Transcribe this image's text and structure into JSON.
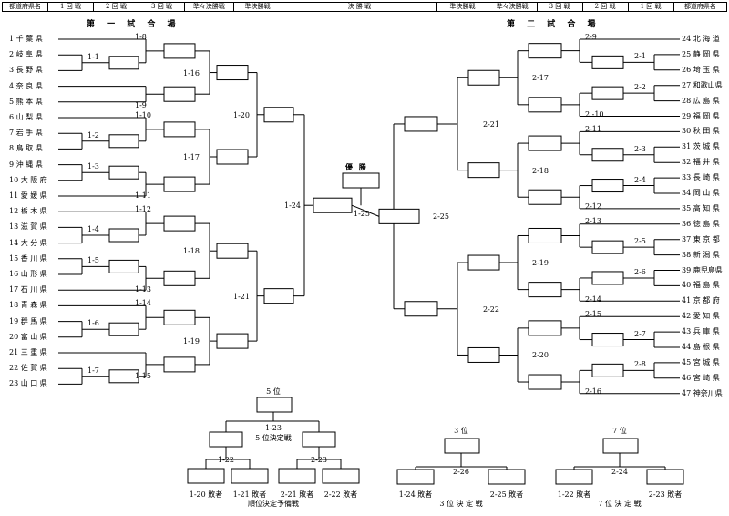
{
  "header": [
    "都道府県名",
    "1 回 戦",
    "2 回 戦",
    "3 回 戦",
    "準々決勝戦",
    "準決勝戦",
    "決 勝 戦",
    "準決勝戦",
    "準々決勝戦",
    "3 回 戦",
    "2 回 戦",
    "1 回 戦",
    "都道府県名"
  ],
  "titles": {
    "first_field": "第 一 試 合 場",
    "second_field": "第 二 試 合 場",
    "champion": "優 勝"
  },
  "left_teams": [
    "1 千 葉 県",
    "2 岐 阜 県",
    "3 長 野 県",
    "4 奈 良 県",
    "5 熊 本 県",
    "6 山 梨 県",
    "7 岩 手 県",
    "8 鳥 取 県",
    "9 沖 縄 県",
    "10 大 阪 府",
    "11 愛 媛 県",
    "12 栃 木 県",
    "13 滋 賀 県",
    "14 大 分 県",
    "15 香 川 県",
    "16 山 形 県",
    "17 石 川 県",
    "18 青 森 県",
    "19 群 馬 県",
    "20 富 山 県",
    "21 三 重 県",
    "22 佐 賀 県",
    "23 山 口 県"
  ],
  "right_teams": [
    "24 北 海 道",
    "25 静 岡 県",
    "26 埼 玉 県",
    "27 和歌山県",
    "28 広 島 県",
    "29 福 岡 県",
    "30 秋 田 県",
    "31 茨 城 県",
    "32 福 井 県",
    "33 長 崎 県",
    "34 岡 山 県",
    "35 高 知 県",
    "36 徳 島 県",
    "37 東 京 都",
    "38 新 潟 県",
    "39 鹿児島県",
    "40 福 島 県",
    "41 京 都 府",
    "42 愛 知 県",
    "43 兵 庫 県",
    "44 島 根 県",
    "45 宮 城 県",
    "46 宮 崎 県",
    "47 神奈川県"
  ],
  "matches_left": [
    "1-1",
    "1-2",
    "1-3",
    "1-4",
    "1-5",
    "1-6",
    "1-7",
    "1-8",
    "1-9",
    "1-10",
    "1-11",
    "1-12",
    "1-13",
    "1-14",
    "1-15",
    "1-16",
    "1-17",
    "1-18",
    "1-19",
    "1-20",
    "1-21",
    "1-24"
  ],
  "matches_right": [
    "2-1",
    "2-2",
    "2-3",
    "2-4",
    "2-5",
    "2-6",
    "2-7",
    "2-8",
    "2-9",
    "2 -10",
    "2-11",
    "2-12",
    "2-13",
    "2-14",
    "2-15",
    "2-16",
    "2-17",
    "2-18",
    "2-19",
    "2-20",
    "2-21",
    "2-22",
    "2-25"
  ],
  "final_match": "1-25",
  "placement": {
    "fifth_title": "5 位",
    "fifth_match": "1-23",
    "fifth_caption": "5 位決定戦",
    "prelim_left": "1-22",
    "prelim_right": "2-23",
    "prelim_entries": [
      "1-20 敗者",
      "1-21 敗者",
      "2-21 敗者",
      "2-22 敗者"
    ],
    "prelim_caption": "順位決定予備戦",
    "third_title": "3 位",
    "third_match": "2-26",
    "third_entries": [
      "1-24 敗者",
      "2-25 敗者"
    ],
    "third_caption": "3 位 決 定 戦",
    "seventh_title": "7 位",
    "seventh_match": "2-24",
    "seventh_entries": [
      "1-22 敗者",
      "2-23 敗者"
    ],
    "seventh_caption": "7 位 決 定 戦"
  }
}
